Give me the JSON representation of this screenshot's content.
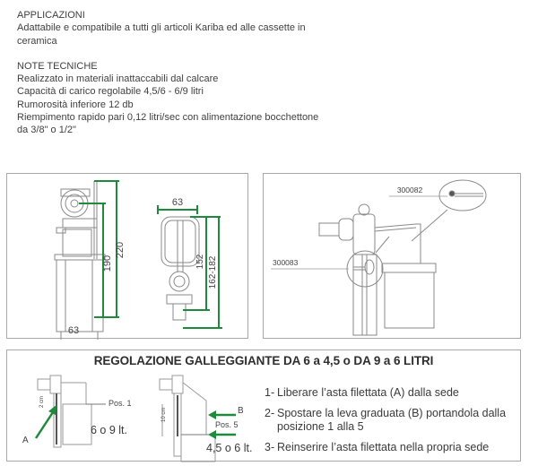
{
  "applicazioni": {
    "heading": "APPLICAZIONI",
    "lines": [
      "Adattabile e compatibile a tutti gli articoli Kariba ed alle cassette in",
      "ceramica"
    ]
  },
  "note_tecniche": {
    "heading": "NOTE TECNICHE",
    "lines": [
      "Realizzato in materiali inattaccabili dal calcare",
      "Capacità di carico regolabile 4,5/6 - 6/9 litri",
      "Rumorosità inferiore 12 db",
      "Riempimento rapido pari 0,12 litri/sec con alimentazione bocchettone",
      "da 3/8\" o 1/2\""
    ]
  },
  "dimensions_panel": {
    "side_view": {
      "width": "63",
      "height_inner": "190",
      "height_outer": "220"
    },
    "front_view": {
      "width": "63",
      "height_inner": "152",
      "height_range": "162-182"
    }
  },
  "parts_panel": {
    "part_top": "300082",
    "part_left": "300083"
  },
  "adjustment_panel": {
    "title": "REGOLAZIONE GALLEGGIANTE DA 6 a 4,5 o DA 9 a 6 LITRI",
    "figure_1": {
      "arrow_label": "A",
      "position": "Pos. 1",
      "capacity": "6 o 9 lt.",
      "measure": "2 cm"
    },
    "figure_2": {
      "arrow_label": "B",
      "position": "Pos. 5",
      "capacity": "4,5 o 6 lt.",
      "measure": "10 cm"
    },
    "steps": [
      {
        "num": "1-",
        "text": "Liberare l’asta filettata (A) dalla sede"
      },
      {
        "num": "2-",
        "text": "Spostare la leva graduata (B) portandola dalla posizione 1 alla 5"
      },
      {
        "num": "3-",
        "text": "Reinserire l’asta filettata nella propria sede"
      }
    ]
  },
  "colors": {
    "dimension_green": "#1f8a3c",
    "border_gray": "#a8a8a8",
    "drawing_gray": "#8a8a8a"
  }
}
